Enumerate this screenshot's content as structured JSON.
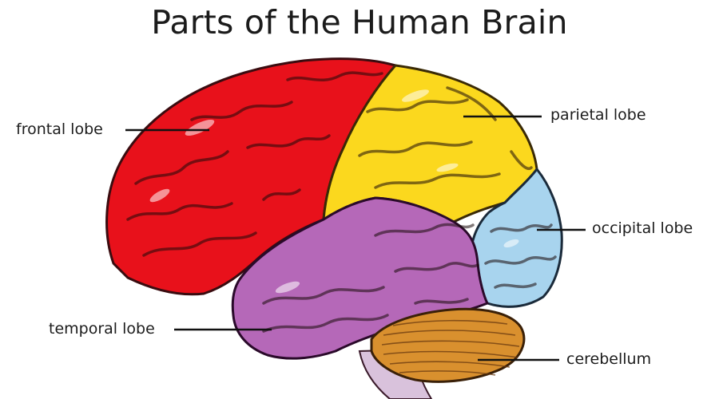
{
  "title": "Parts of the Human Brain",
  "labels": {
    "frontal": "frontal lobe",
    "parietal": "parietal lobe",
    "occipital": "occipital lobe",
    "temporal": "temporal lobe",
    "cerebellum": "cerebellum"
  },
  "colors": {
    "frontal": "#e8111b",
    "parietal": "#fbd81e",
    "occipital": "#a8d4ee",
    "temporal": "#b568b8",
    "cerebellum": "#d9902e",
    "brainstem": "#d9c2dc",
    "outline": "#2a1018"
  }
}
